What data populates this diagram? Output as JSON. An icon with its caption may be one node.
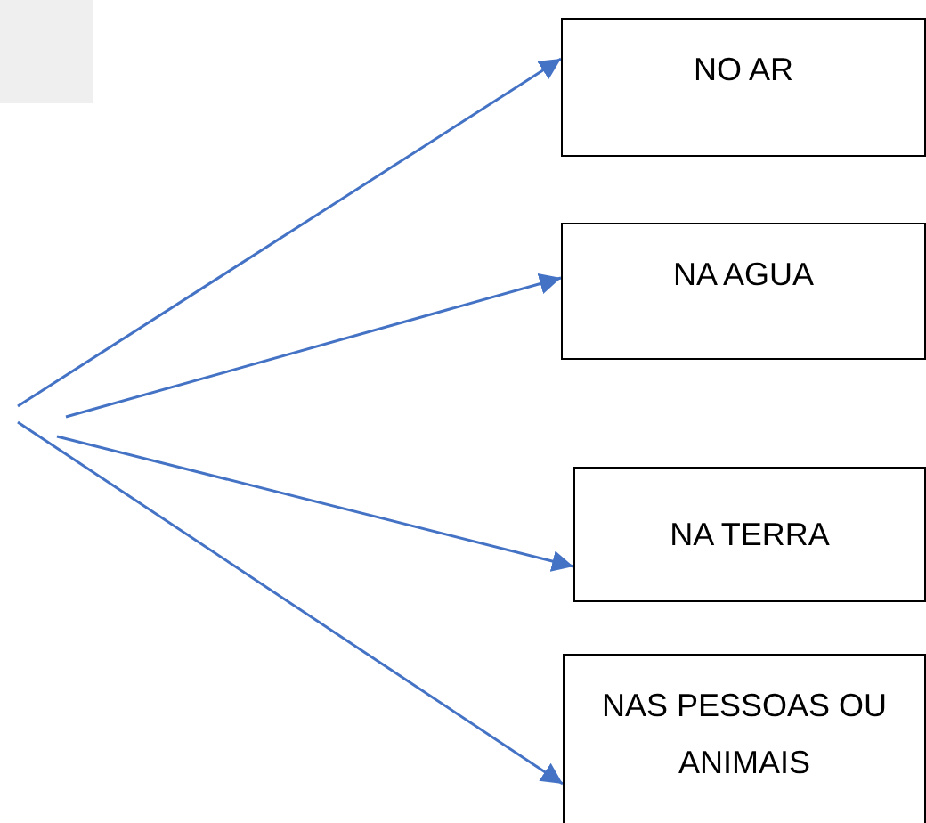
{
  "diagram": {
    "nodes": [
      {
        "text": [
          "NO AR"
        ]
      },
      {
        "text": [
          "NA AGUA"
        ]
      },
      {
        "text": [
          "NA TERRA"
        ]
      },
      {
        "text": [
          "NAS PESSOAS OU ANIMAIS"
        ]
      }
    ],
    "edges": [
      {
        "from": null,
        "to": 0,
        "arrow": "to"
      },
      {
        "from": null,
        "to": 1,
        "arrow": "to"
      },
      {
        "from": null,
        "to": 2,
        "arrow": "to"
      },
      {
        "from": null,
        "to": 3,
        "arrow": "to"
      }
    ]
  }
}
